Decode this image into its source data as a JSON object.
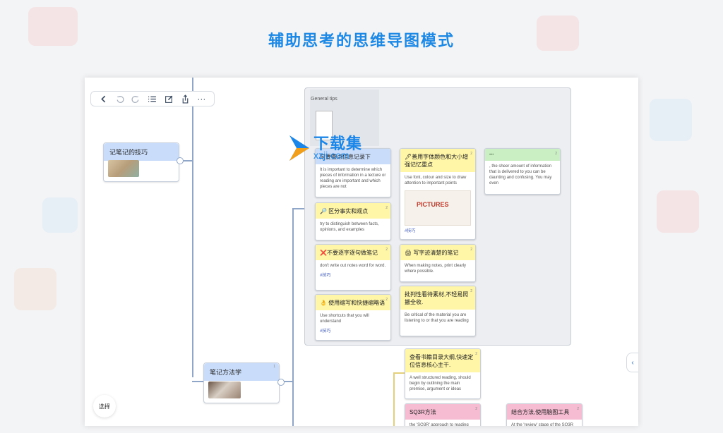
{
  "hero_title": "辅助思考的思维导图模式",
  "colors": {
    "accent": "#1e88e5",
    "line": "#8fa6c8",
    "yellow": "#fff6a8",
    "blue": "#c9ddfb",
    "green": "#c9efc3",
    "pink": "#f6bcd1"
  },
  "toolbar": {
    "icons": [
      "back-icon",
      "undo-icon",
      "redo-icon",
      "outline-list-icon",
      "edit-icon",
      "share-icon",
      "more-icon"
    ],
    "more_label": "···"
  },
  "topics": {
    "left": "记笔记的技巧",
    "method": "笔记方法学",
    "method_num": "1"
  },
  "group": {
    "title": "General tips"
  },
  "cards": {
    "c1": {
      "title": "定要重点信息记录下",
      "body": "It is important to determine which pieces of information in a lecture or reading are important and which pieces are not"
    },
    "c2": {
      "title": "🔎 区分事实和观点",
      "body": "try to distinguish between facts, opinions, and examples",
      "num": "2"
    },
    "c3": {
      "title": "❌不要逐字逐句做笔记",
      "body": "don't write out notes word for word.",
      "tag": "#技巧",
      "num": "2"
    },
    "c4": {
      "title": "👌 使用缩写和快捷缩略语",
      "body": "Use shortcuts that you will understand",
      "tag": "#技巧",
      "num": "2"
    },
    "c5": {
      "title": "🖊善用字体颜色和大小增强记忆重点",
      "body": "Use font, colour and size to draw attention to important points",
      "tag": "#技巧",
      "num": "2"
    },
    "c6": {
      "title": "🖨 写字迹清楚的笔记",
      "body": "When making notes, print clearly where possible.",
      "num": "2"
    },
    "c7": {
      "title": "批判性看待素材,不轻易照搬全收.",
      "body": "Be critical of the material you are listening to or that you are reading",
      "num": "2"
    },
    "c8": {
      "head": "•••",
      "body": ", the sheer amount of information that is delivered to you can be daunting and confusing. You may even",
      "num": "2"
    },
    "c9": {
      "title": "查看书籍目录大纲,快速定位信息核心主干.",
      "body": "A well structured reading, should begin by outlining the main premise, argument or ideas",
      "num": "2"
    },
    "c10": {
      "title": "SQ3R方法",
      "body": "the 'SQ3R' approach to reading",
      "num": "2"
    },
    "c11": {
      "title": "结合方法,使用脑图工具",
      "body": "At the 'review' stage of the SQ3R",
      "num": "2"
    }
  },
  "image_text": "PICTURES",
  "select_label": "选择",
  "watermark": {
    "title": "下载集",
    "url": "xzji.com"
  }
}
